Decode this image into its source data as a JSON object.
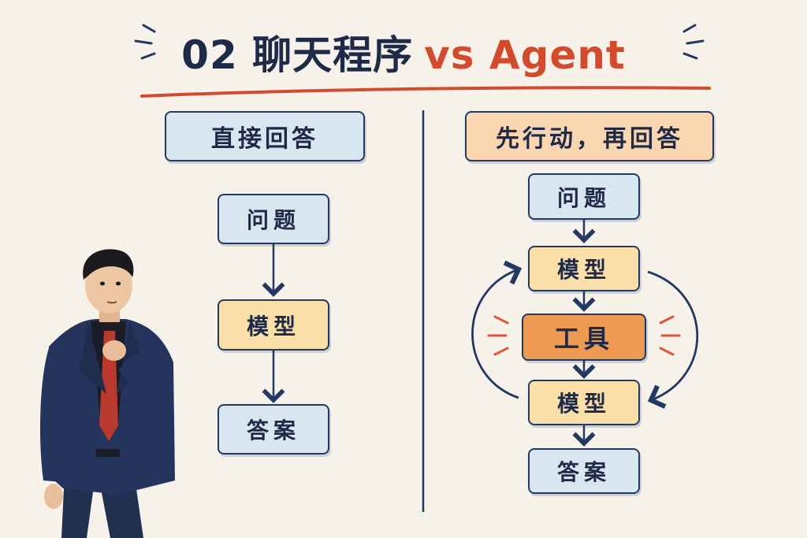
{
  "title": {
    "number_and_chat": "02 聊天程序",
    "accent": "vs Agent"
  },
  "left": {
    "header": "直接回答",
    "steps": [
      "问题",
      "模型",
      "答案"
    ]
  },
  "right": {
    "header": "先行动，再回答",
    "steps": [
      "问题",
      "模型",
      "工具",
      "模型",
      "答案"
    ]
  },
  "colors": {
    "title": "#1e2a47",
    "accent": "#d44a2c",
    "box_border": "#223a63",
    "blue_box": "#d7e6ef",
    "yellow_box": "#fae0a8",
    "tool_box": "#ef9a52",
    "header_right": "#f9d6b0"
  },
  "illustration": "person-thinking"
}
